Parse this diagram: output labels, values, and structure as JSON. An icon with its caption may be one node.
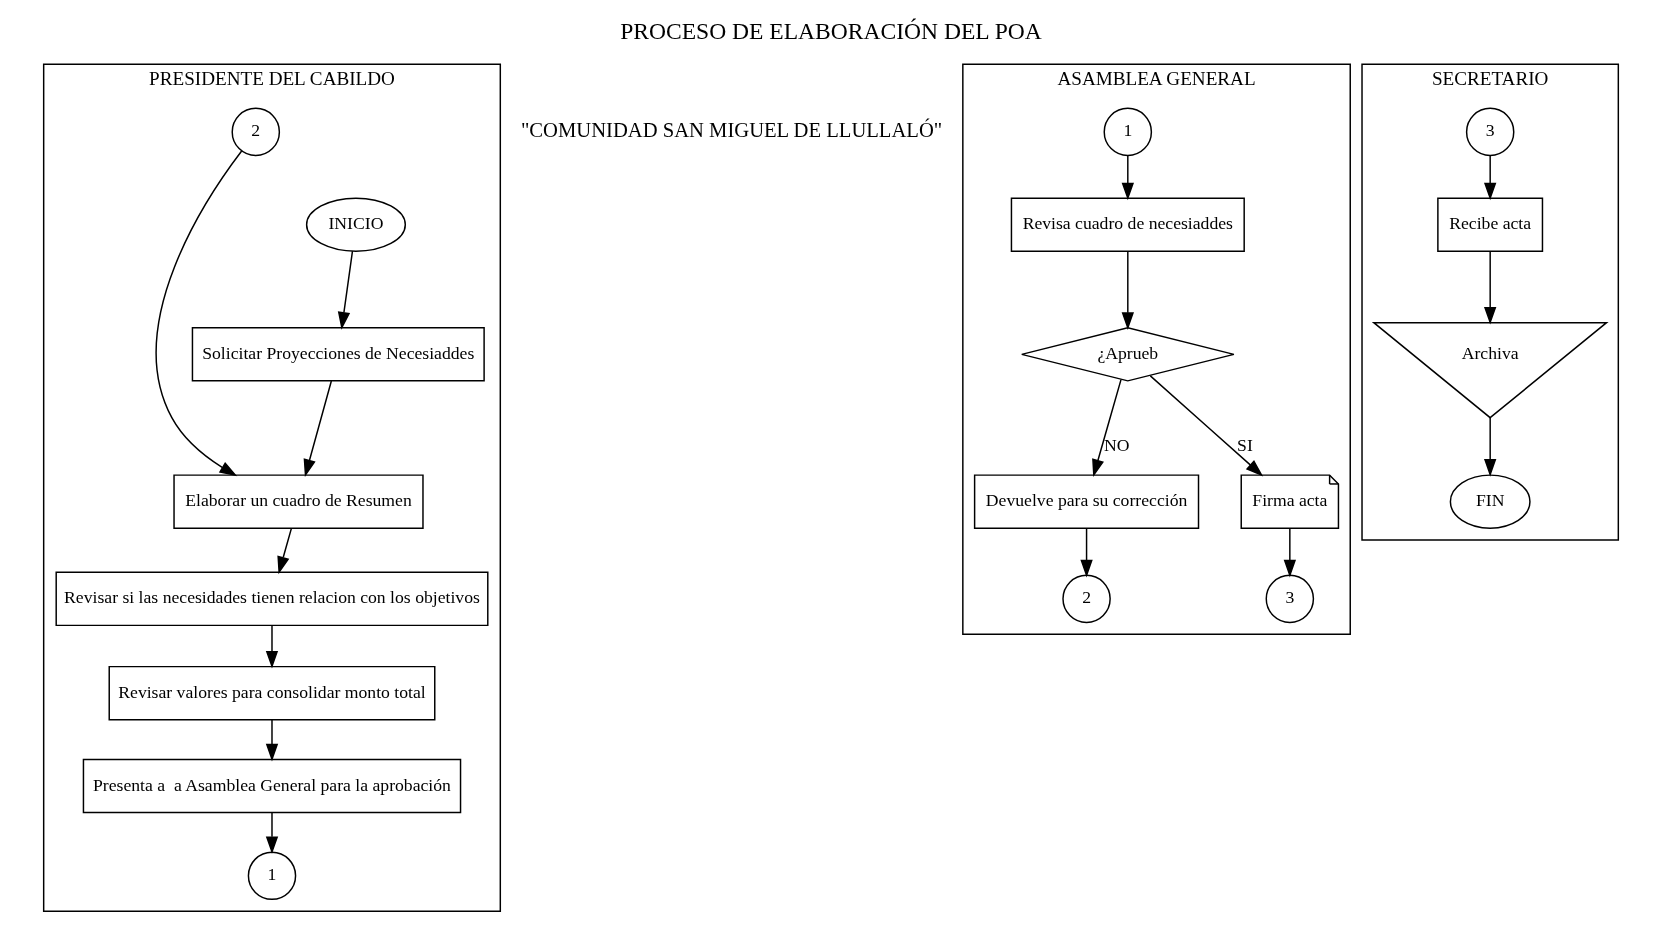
{
  "diagram": {
    "title": "PROCESO DE ELABORACIÓN DEL POA",
    "nodes": [
      {
        "text": [
          "PRESIDENTE DEL CABILDO"
        ]
      },
      {
        "text": [
          "INICIO"
        ],
        "in": 0
      },
      {
        "text": [
          "Solicitar Proyecciones de Necesiaddes"
        ],
        "in": 0
      },
      {
        "text": [
          "Elaborar un cuadro de Resumen"
        ],
        "in": 0
      },
      {
        "text": [
          "Revisar si las necesidades tienen relacion con los objetivos"
        ],
        "in": 0
      },
      {
        "text": [
          "Revisar valores para consolidar monto total"
        ],
        "in": 0
      },
      {
        "text": [
          "Presenta a  a Asamblea General para la aprobación"
        ],
        "in": 0
      },
      {
        "text": [
          "1"
        ],
        "in": 0
      },
      {
        "text": [
          "2"
        ],
        "in": 0
      },
      {
        "text": [
          "ASAMBLEA GENERAL"
        ]
      },
      {
        "text": [
          "1"
        ],
        "in": 9
      },
      {
        "text": [
          "Revisa cuadro de necesiaddes"
        ],
        "in": 9
      },
      {
        "text": [
          "¿Aprueb"
        ],
        "in": 9
      },
      {
        "text": [
          "Devuelve para su corrección"
        ],
        "in": 9
      },
      {
        "text": [
          "Firma acta"
        ],
        "in": 9
      },
      {
        "text": [
          "3"
        ],
        "in": 9
      },
      {
        "text": [
          "2"
        ],
        "in": 9
      },
      {
        "text": [
          "SECRETARIO"
        ]
      },
      {
        "text": [
          "3"
        ],
        "in": 17
      },
      {
        "text": [
          "Recibe acta"
        ],
        "in": 17
      },
      {
        "text": [
          "Archiva"
        ],
        "in": 17
      },
      {
        "text": [
          "FIN"
        ],
        "in": 17
      }
    ],
    "edges": [
      {
        "from": 1,
        "to": 2,
        "arrow": "to"
      },
      {
        "from": 2,
        "to": 3,
        "arrow": "to"
      },
      {
        "from": 8,
        "to": 3,
        "arrow": "to"
      },
      {
        "from": 3,
        "to": 4,
        "arrow": "to"
      },
      {
        "from": 4,
        "to": 5,
        "arrow": "to"
      },
      {
        "from": 5,
        "to": 6,
        "arrow": "to"
      },
      {
        "from": 6,
        "to": 7,
        "arrow": "to"
      },
      {
        "from": 10,
        "to": 11,
        "arrow": "to"
      },
      {
        "from": 11,
        "to": 12,
        "arrow": "to"
      },
      {
        "from": 12,
        "to": 13,
        "arrow": "to",
        "label": "NO"
      },
      {
        "from": 12,
        "to": 14,
        "arrow": "to",
        "label": "SI"
      },
      {
        "from": 13,
        "to": 16,
        "arrow": "to"
      },
      {
        "from": 14,
        "to": 15,
        "arrow": "to"
      },
      {
        "from": 18,
        "to": 19,
        "arrow": "to"
      },
      {
        "from": 19,
        "to": 20,
        "arrow": "to"
      },
      {
        "from": 20,
        "to": 21,
        "arrow": "to"
      }
    ],
    "labels": [
      "\"COMUNIDAD SAN MIGUEL DE LLULLALÓ\""
    ]
  }
}
